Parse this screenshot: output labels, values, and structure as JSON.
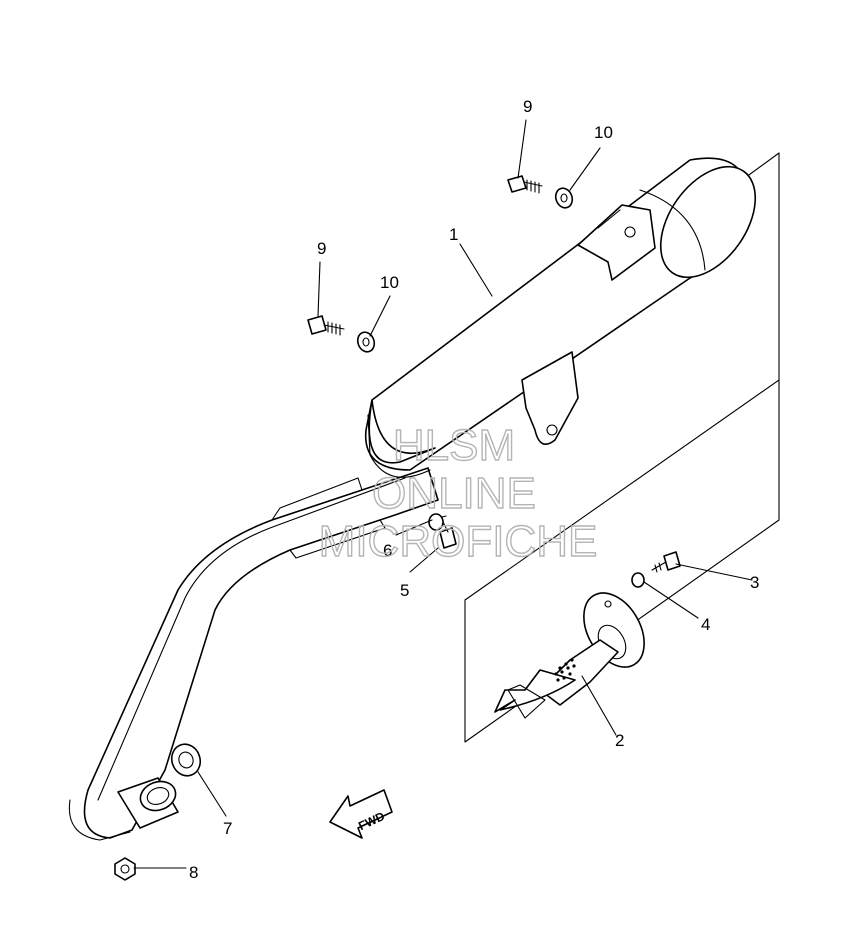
{
  "callouts": {
    "c1": "1",
    "c2": "2",
    "c3": "3",
    "c4": "4",
    "c5": "5",
    "c6": "6",
    "c7": "7",
    "c8": "8",
    "c9a": "9",
    "c9b": "9",
    "c10a": "10",
    "c10b": "10"
  },
  "forward_arrow": {
    "label": "FWD"
  },
  "watermark": {
    "line1": "HLSM",
    "line2": "ONLINE",
    "line3": "MICROFICHE"
  }
}
